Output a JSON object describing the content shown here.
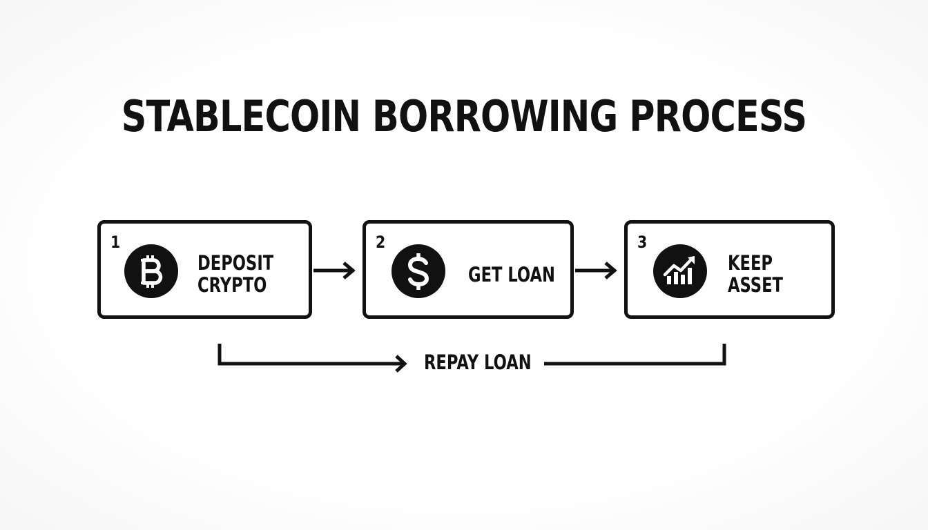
{
  "title": "STABLECOIN BORROWING PROCESS",
  "steps": [
    {
      "number": "1",
      "line1": "DEPOSIT",
      "line2": "CRYPTO",
      "icon": "bitcoin-icon"
    },
    {
      "number": "2",
      "line1": "GET LOAN",
      "line2": "",
      "icon": "dollar-icon"
    },
    {
      "number": "3",
      "line1": "KEEP",
      "line2": "ASSET",
      "icon": "growth-chart-icon"
    }
  ],
  "repay": {
    "label": "REPAY LOAN"
  },
  "colors": {
    "ink": "#111111",
    "background": "#ffffff"
  }
}
